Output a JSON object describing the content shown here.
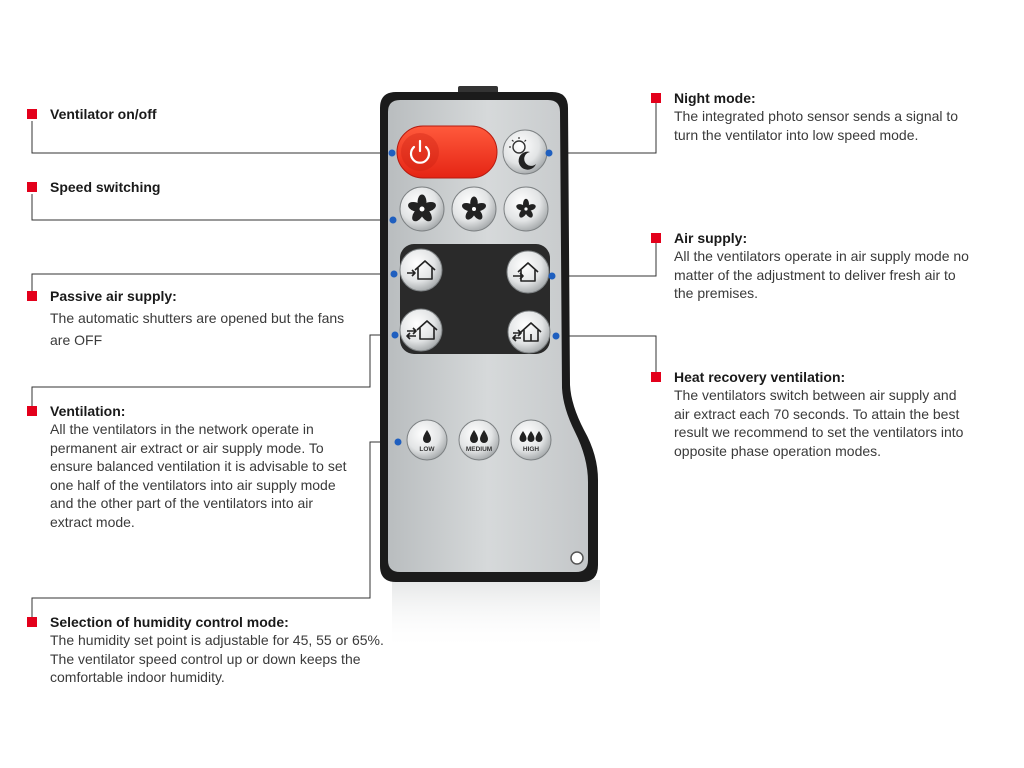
{
  "callouts": {
    "ventilator_on_off": {
      "title": "Ventilator on/off",
      "body": ""
    },
    "speed_switching": {
      "title": "Speed switching",
      "body": ""
    },
    "passive_air_supply": {
      "title": "Passive air supply:",
      "body": "The automatic shutters are opened but the fans are OFF"
    },
    "ventilation": {
      "title": "Ventilation:",
      "body": "All the ventilators in the network operate in permanent air extract or air supply mode. To ensure balanced ventilation it is advisable to set one half of the ventilators into air supply mode and the other part of the ventilators into air extract mode."
    },
    "humidity_control": {
      "title": "Selection of humidity control mode:",
      "body": "The humidity set point is adjustable for 45, 55 or 65%. The ventilator speed control up or down keeps the comfortable indoor humidity."
    },
    "night_mode": {
      "title": "Night mode:",
      "body": "The integrated photo sensor sends a signal to turn the ventilator into low speed mode."
    },
    "air_supply": {
      "title": "Air supply:",
      "body": "All the ventilators operate in air supply mode no matter of the adjustment to deliver fresh air to the premises."
    },
    "heat_recovery": {
      "title": "Heat recovery ventilation:",
      "body": "The ventilators switch between air supply and air extract each 70 seconds. To attain the best result we recommend to set the ventilators into opposite phase operation modes."
    }
  },
  "remote": {
    "humidity_buttons": [
      "LOW",
      "MEDIUM",
      "HIGH"
    ]
  },
  "colors": {
    "accent_red": "#e3001b",
    "power_red": "#f2331f",
    "leader_line": "#333333",
    "connector_dot": "#1f5fbf"
  }
}
